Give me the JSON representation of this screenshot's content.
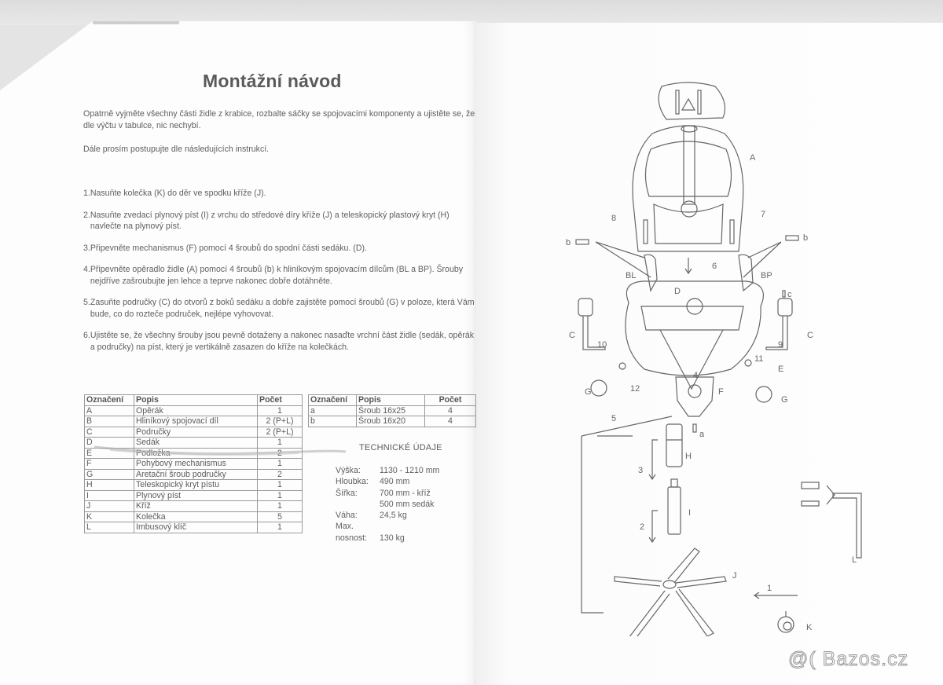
{
  "document": {
    "title": "Montážní návod",
    "intro": [
      "Opatrně vyjměte všechny části židle z krabice, rozbalte sáčky se spojovacími komponenty a ujistěte se, že dle výčtu v tabulce, nic nechybí.",
      "Dále prosím postupujte dle následujících instrukcí."
    ],
    "steps": [
      {
        "num": "1.",
        "text": "Nasuňte kolečka (K) do děr ve spodku kříže (J)."
      },
      {
        "num": "2.",
        "text": "Nasuňte zvedací plynový píst (I) z vrchu do středové díry kříže (J) a teleskopický plastový kryt (H) navlečte na plynový píst."
      },
      {
        "num": "3.",
        "text": "Připevněte mechanismus (F) pomocí 4 šroubů do spodní části sedáku. (D)."
      },
      {
        "num": "4.",
        "text": "Připevněte opěradlo židle (A) pomocí 4 šroubů (b) k hliníkovým spojovacím dílcům (BL a BP). Šrouby nejdříve zašroubujte jen lehce a teprve nakonec dobře dotáhněte."
      },
      {
        "num": "5.",
        "text": "Zasuňte područky (C) do otvorů z boků sedáku a dobře zajistěte pomocí šroubů (G) v poloze, která Vám bude, co do rozteče područek, nejlépe vyhovovat."
      },
      {
        "num": "6.",
        "text": "Ujistěte se, že všechny šrouby jsou pevně dotaženy a nakonec nasaďte vrchní část židle (sedák, opěrák a područky) na píst, který je vertikálně zasazen  do kříže na kolečkách."
      }
    ],
    "parts_table": {
      "headers": [
        "Označení",
        "Popis",
        "Počet"
      ],
      "rows": [
        [
          "A",
          "Opěrák",
          "1"
        ],
        [
          "B",
          "Hliníkový spojovací díl",
          "2 (P+L)"
        ],
        [
          "C",
          "Područky",
          "2 (P+L)"
        ],
        [
          "D",
          "Sedák",
          "1"
        ],
        [
          "E",
          "Podložka",
          "2"
        ],
        [
          "F",
          "Pohybový mechanismus",
          "1"
        ],
        [
          "G",
          "Aretační šroub područky",
          "2"
        ],
        [
          "H",
          "Teleskopický kryt pístu",
          "1"
        ],
        [
          "I",
          "Plynový píst",
          "1"
        ],
        [
          "J",
          "Kříž",
          "1"
        ],
        [
          "K",
          "Kolečka",
          "5"
        ],
        [
          "L",
          "Imbusový klíč",
          "1"
        ]
      ]
    },
    "screws_table": {
      "headers": [
        "Označení",
        "Popis",
        "Počet"
      ],
      "rows": [
        [
          "a",
          "Šroub 16x25",
          "4"
        ],
        [
          "b",
          "Šroub 16x20",
          "4"
        ]
      ]
    },
    "technical": {
      "title": "TECHNICKÉ ÚDAJE",
      "rows": [
        {
          "key": "Výška:",
          "value": "1130 - 1210 mm"
        },
        {
          "key": "Hloubka:",
          "value": "490 mm"
        },
        {
          "key": "Šířka:",
          "value": "700 mm - kříž"
        },
        {
          "key": "",
          "value": "500 mm sedák"
        },
        {
          "key": "Váha:",
          "value": "24,5 kg"
        },
        {
          "key": "Max.",
          "value": ""
        },
        {
          "key": "nosnost:",
          "value": "130 kg"
        }
      ]
    }
  },
  "diagram": {
    "labels": {
      "A": "A",
      "BL": "BL",
      "BP": "BP",
      "C": "C",
      "D": "D",
      "E": "E",
      "F": "F",
      "G": "G",
      "H": "H",
      "I": "I",
      "J": "J",
      "K": "K",
      "L": "L",
      "a": "a",
      "b": "b",
      "c": "c"
    },
    "step_numbers": [
      "1",
      "2",
      "3",
      "4",
      "5",
      "6",
      "7",
      "8",
      "9",
      "10",
      "11",
      "12"
    ]
  },
  "watermark": "@( Bazos.cz",
  "colors": {
    "paper": "#fdfdfd",
    "ink": "#5f5f5f",
    "background": "#e4e4e4"
  }
}
